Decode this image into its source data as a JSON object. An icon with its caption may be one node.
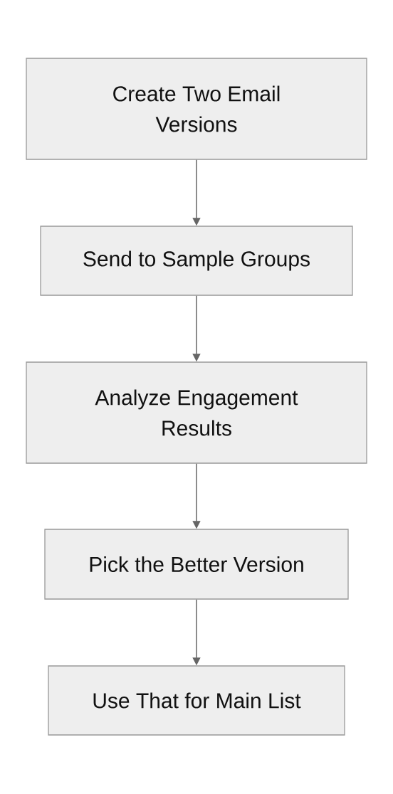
{
  "diagram": {
    "nodes": [
      {
        "text": [
          "Create Two Email Versions"
        ]
      },
      {
        "text": [
          "Send to Sample Groups"
        ]
      },
      {
        "text": [
          "Analyze Engagement Results"
        ]
      },
      {
        "text": [
          "Pick the Better Version"
        ]
      },
      {
        "text": [
          "Use That for Main List"
        ]
      }
    ],
    "edges": [
      {
        "from": 0,
        "to": 1,
        "arrow": "to"
      },
      {
        "from": 1,
        "to": 2,
        "arrow": "to"
      },
      {
        "from": 2,
        "to": 3,
        "arrow": "to"
      },
      {
        "from": 3,
        "to": 4,
        "arrow": "to"
      }
    ]
  }
}
